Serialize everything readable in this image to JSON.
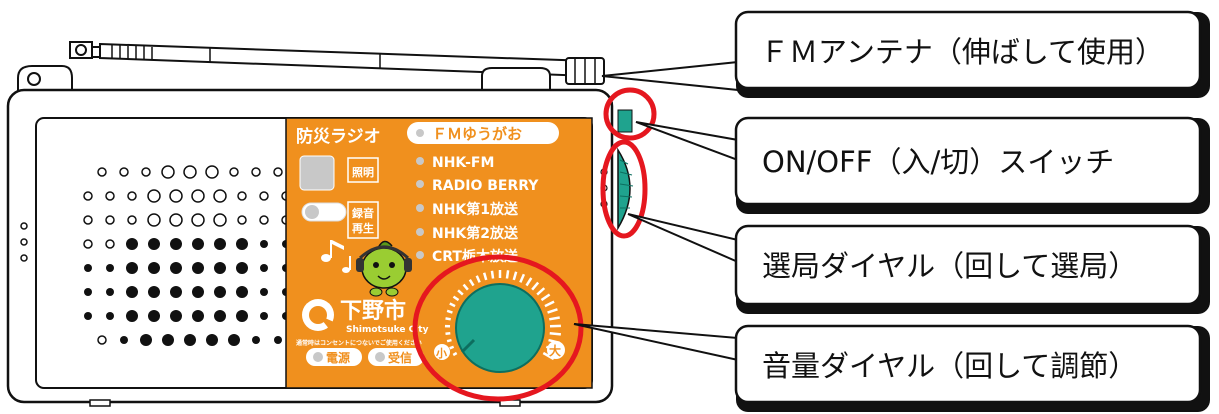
{
  "colors": {
    "panel_orange": "#F0901E",
    "dial_teal": "#1FA38E",
    "callout_red": "#E5171F",
    "outline": "#111111"
  },
  "panel": {
    "title": "防災ラジオ",
    "light_button": "照明",
    "record_button_lines": [
      "録音",
      "再生"
    ],
    "stations": [
      "ＦＭゆうがお",
      "NHK-FM",
      "RADIO BERRY",
      "NHK第1放送",
      "NHK第2放送",
      "CRT栃木放送"
    ],
    "selected_station": "ＦＭゆうがお",
    "city_name": "下野市",
    "city_romaji": "Shimotsuke City",
    "notice": "通常時はコンセントにつないでご使用ください",
    "power_indicator": "電源",
    "receive_indicator": "受信",
    "volume_min": "小",
    "volume_max": "大"
  },
  "callouts": {
    "antenna": "ＦＭアンテナ（伸ばして使用）",
    "power_switch": "ON/OFF（入/切）スイッチ",
    "tuning_dial": "選局ダイヤル（回して選局）",
    "volume_dial": "音量ダイヤル（回して調節）"
  }
}
